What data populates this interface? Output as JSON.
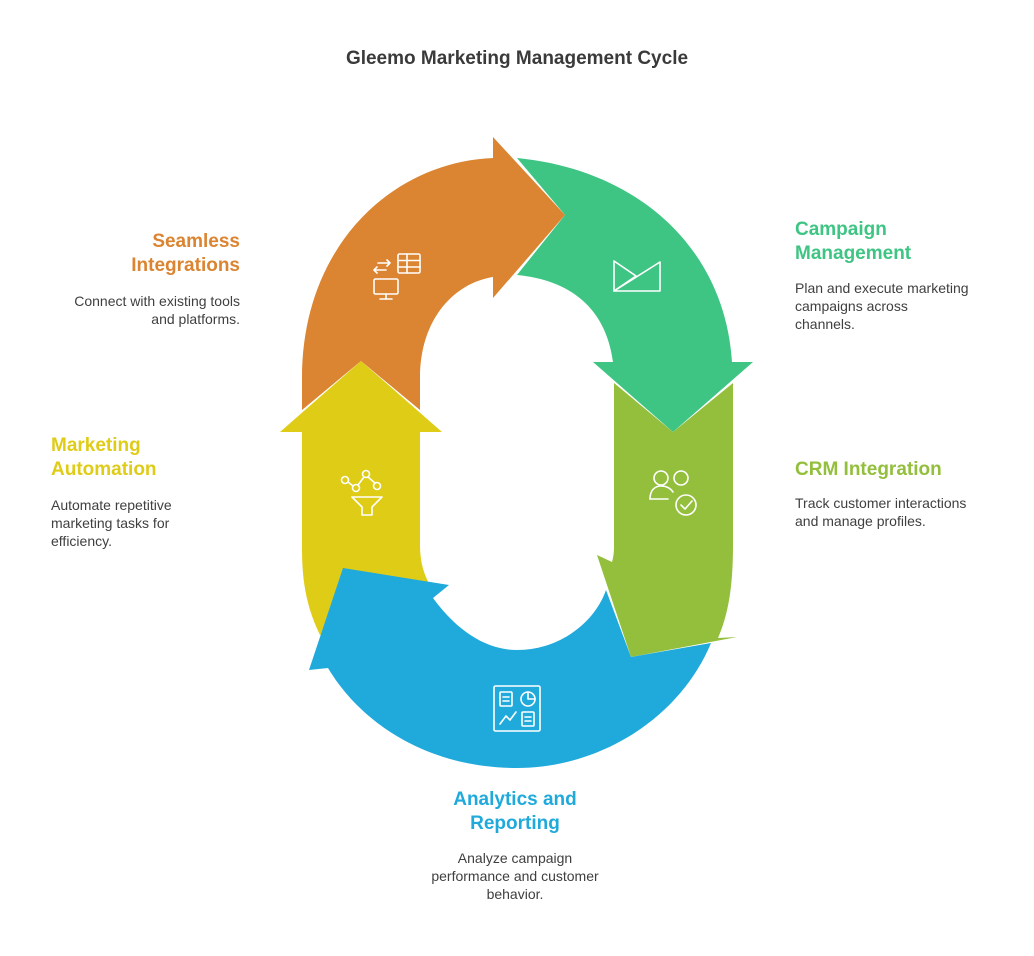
{
  "title": "Gleemo Marketing Management Cycle",
  "colors": {
    "seamless_integrations": "#DB8431",
    "campaign_management": "#3EC583",
    "crm_integration": "#93BF3C",
    "analytics_reporting": "#1FAADB",
    "marketing_automation": "#DFCC17",
    "icon_stroke": "#ffffff"
  },
  "stages": [
    {
      "id": "seamless-integrations",
      "title": "Seamless\nIntegrations",
      "description": "Connect with existing tools\nand platforms.",
      "color": "#DB8431",
      "icon": "integration-icon"
    },
    {
      "id": "campaign-management",
      "title": "Campaign\nManagement",
      "description": "Plan and execute marketing\ncampaigns across\nchannels.",
      "color": "#3EC583",
      "icon": "campaign-icon"
    },
    {
      "id": "crm-integration",
      "title": "CRM Integration",
      "description": "Track customer interactions\nand manage profiles.",
      "color": "#93BF3C",
      "icon": "users-check-icon"
    },
    {
      "id": "analytics-reporting",
      "title": "Analytics and\nReporting",
      "description": "Analyze campaign\nperformance and customer\nbehavior.",
      "color": "#1FAADB",
      "icon": "dashboard-icon"
    },
    {
      "id": "marketing-automation",
      "title": "Marketing\nAutomation",
      "description": "Automate repetitive\nmarketing tasks for\nefficiency.",
      "color": "#DFCC17",
      "icon": "funnel-network-icon"
    }
  ]
}
